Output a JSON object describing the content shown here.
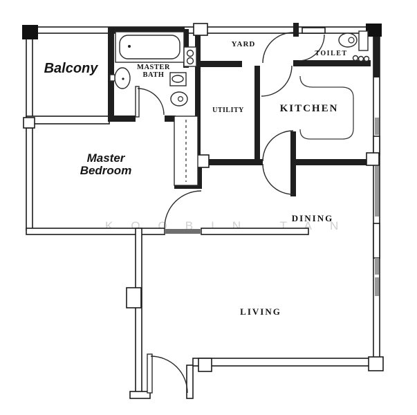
{
  "page": {
    "background": "#ffffff"
  },
  "watermark": {
    "text": "KOOBIN TAN",
    "color": "#d0d0d0"
  },
  "palette": {
    "wall_dark": "#1f1f1f",
    "wall_outline": "#1b1b1b",
    "window_glass_gray": "#9a9a9a",
    "label_color": "#151515"
  },
  "rooms": {
    "balcony": {
      "label": "Balcony"
    },
    "master_bath": {
      "line1": "MASTER",
      "line2": "BATH"
    },
    "yard": {
      "label": "YARD"
    },
    "toilet": {
      "label": "TOILET"
    },
    "utility": {
      "label": "UTILITY"
    },
    "kitchen": {
      "label": "KITCHEN"
    },
    "master_bedroom": {
      "line1": "Master",
      "line2": "Bedroom"
    },
    "dining": {
      "label": "DINING"
    },
    "living": {
      "label": "LIVING"
    }
  },
  "fixtures": [
    "bathtub",
    "master-bath-sink",
    "master-bath-wc",
    "service-shaft-heater",
    "toilet-wc",
    "toilet-vanity-knobs",
    "kitchen-counter",
    "wardrobe"
  ]
}
